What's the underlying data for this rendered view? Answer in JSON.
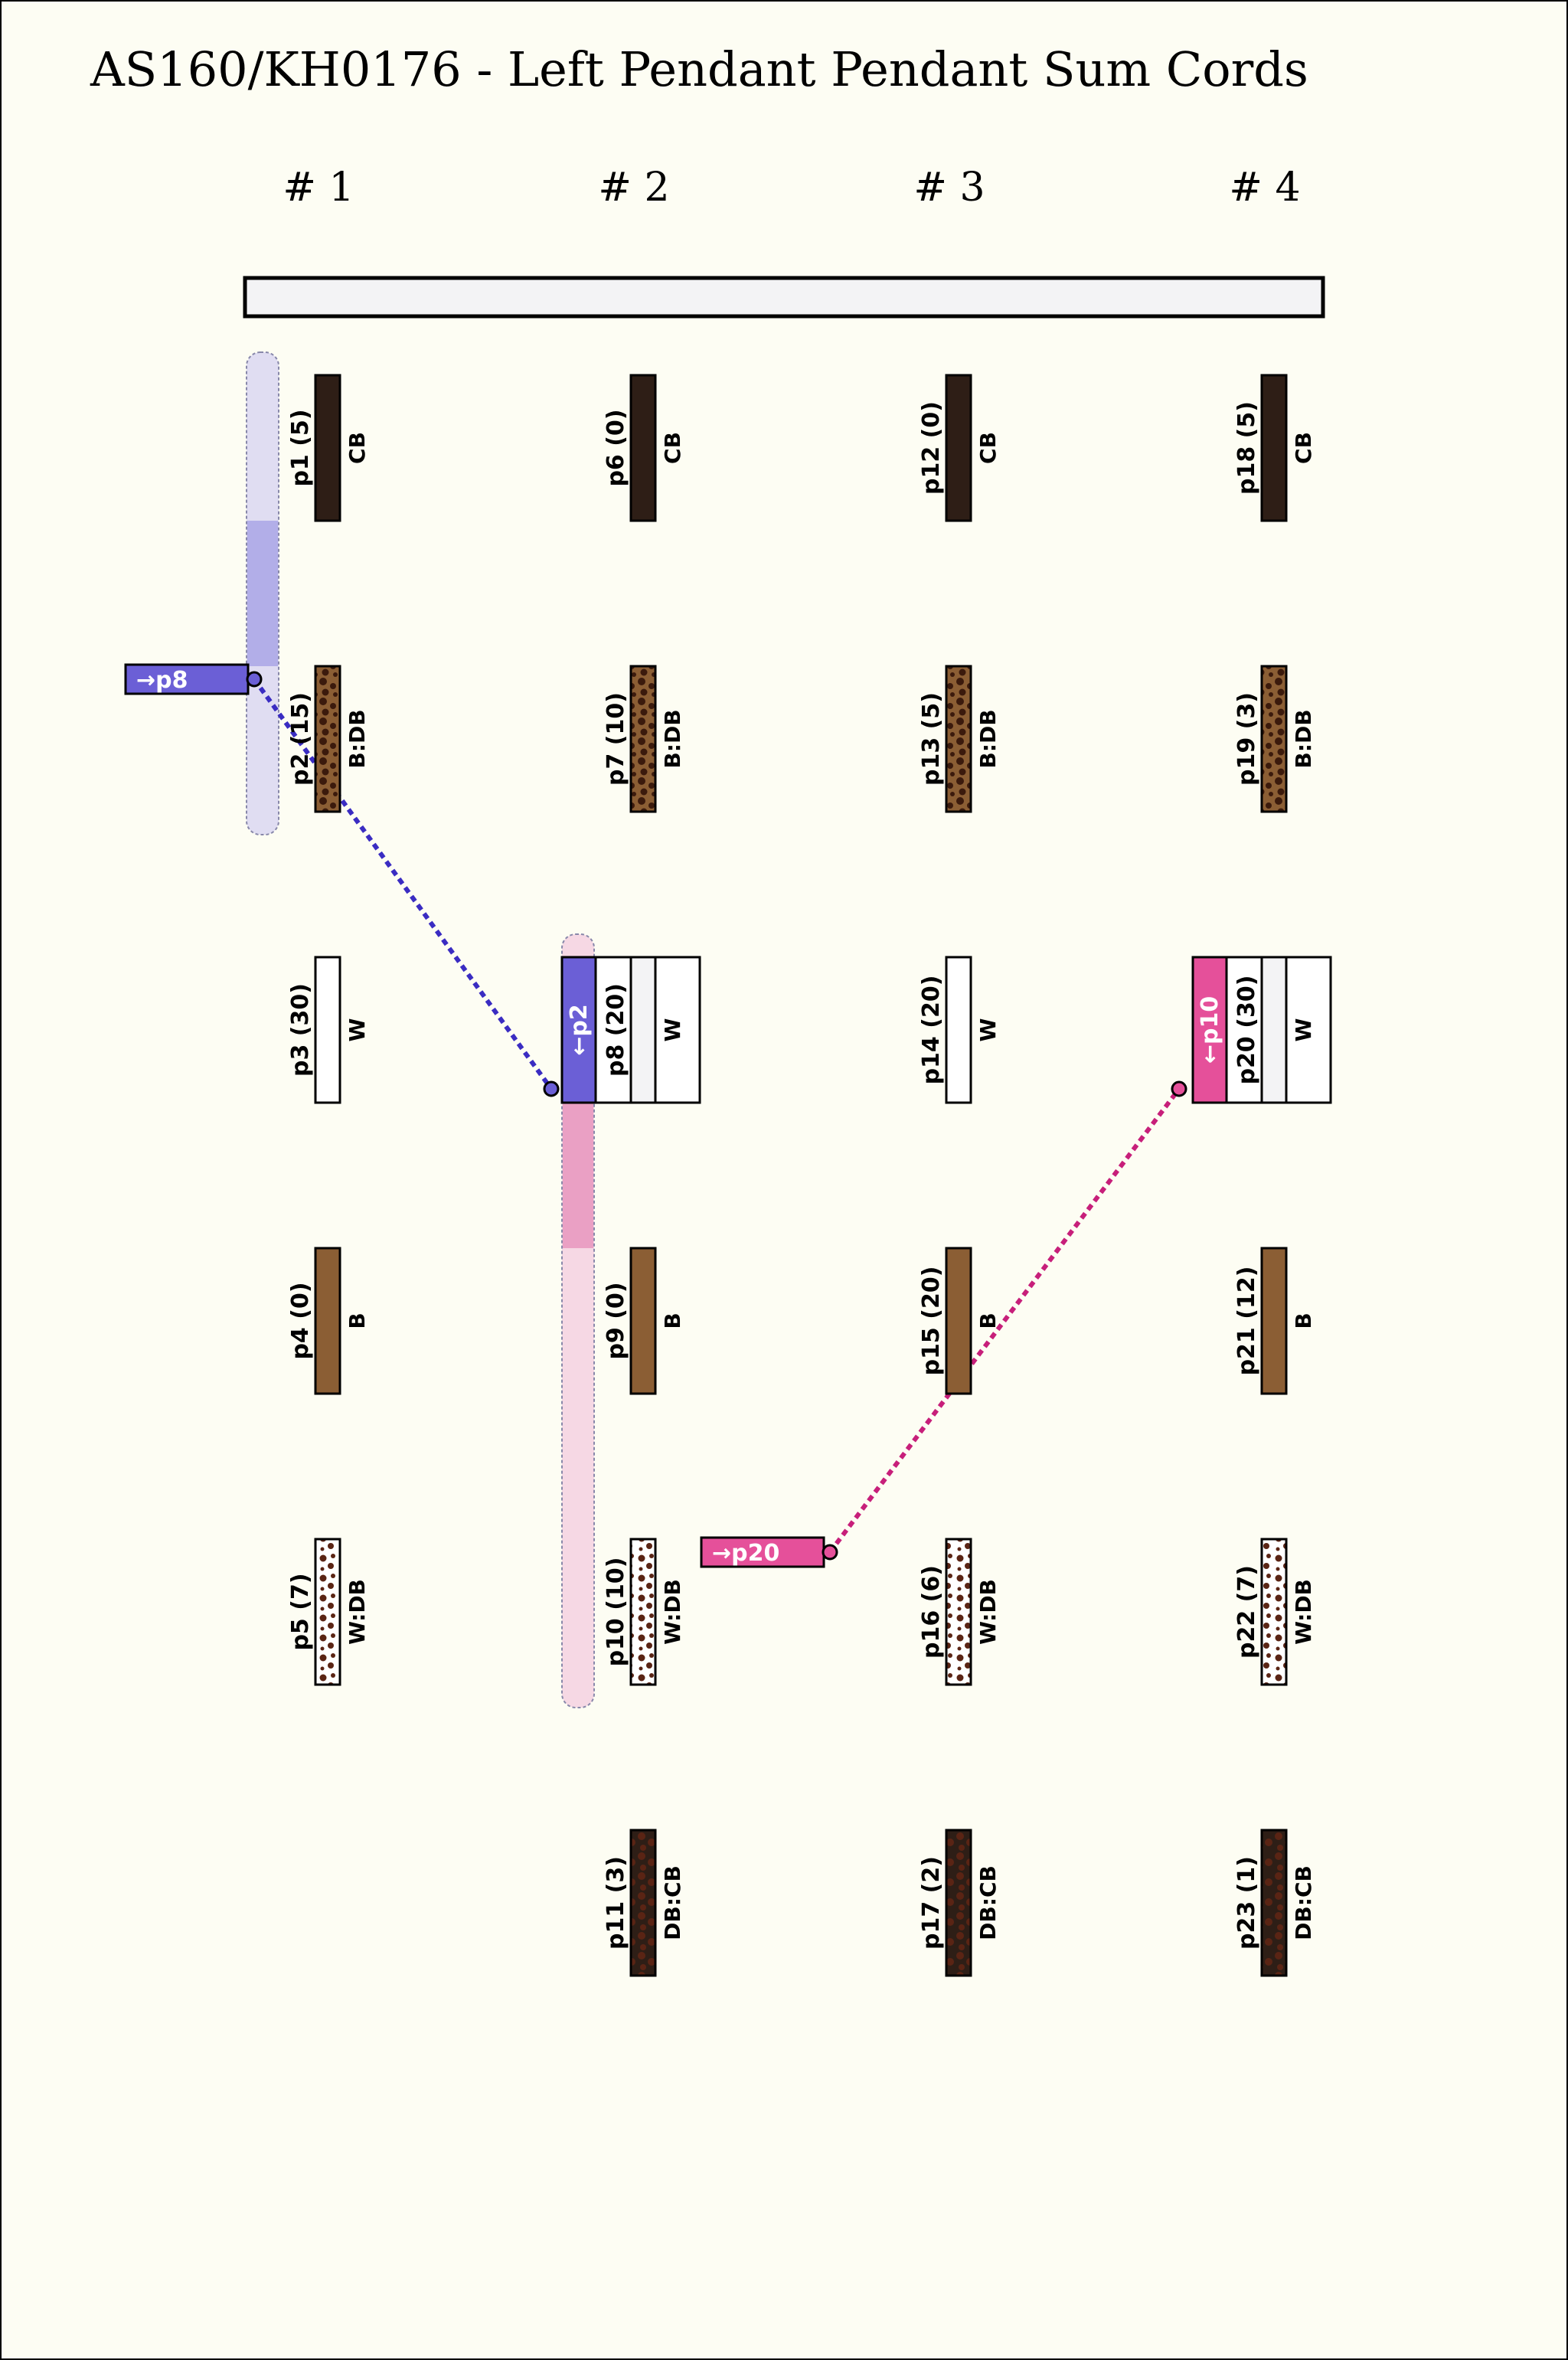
{
  "title": "AS160/KH0176 - Left Pendant Pendant Sum Cords",
  "colors": {
    "background": "#fdfdf3",
    "border": "#000000",
    "cb": "#2e1e16",
    "db": "#3b1a0c",
    "b": "#8b5e34",
    "w": "#ffffff",
    "blue": "#6b5fd6",
    "blue_light": "#e0ddf2",
    "blue_mid": "#b2aee8",
    "blue_line": "#3a2cc2",
    "pink": "#e5509a",
    "pink_light": "#f6d8e4",
    "pink_mid": "#eaa0c4",
    "pink_line": "#c71f7a"
  },
  "groups": [
    {
      "label": "# 1",
      "pendants": [
        {
          "id": "p1",
          "value": 5,
          "label": "p1 (5)",
          "color": "CB"
        },
        {
          "id": "p2",
          "value": 15,
          "label": "p2 (15)",
          "color": "B:DB"
        },
        {
          "id": "p3",
          "value": 30,
          "label": "p3 (30)",
          "color": "W"
        },
        {
          "id": "p4",
          "value": 0,
          "label": "p4 (0)",
          "color": "B"
        },
        {
          "id": "p5",
          "value": 7,
          "label": "p5 (7)",
          "color": "W:DB"
        }
      ]
    },
    {
      "label": "# 2",
      "pendants": [
        {
          "id": "p6",
          "value": 0,
          "label": "p6 (0)",
          "color": "CB"
        },
        {
          "id": "p7",
          "value": 10,
          "label": "p7 (10)",
          "color": "B:DB"
        },
        {
          "id": "p8",
          "value": 20,
          "label": "p8 (20)",
          "color": "W"
        },
        {
          "id": "p9",
          "value": 0,
          "label": "p9 (0)",
          "color": "B"
        },
        {
          "id": "p10",
          "value": 10,
          "label": "p10 (10)",
          "color": "W:DB"
        },
        {
          "id": "p11",
          "value": 3,
          "label": "p11 (3)",
          "color": "DB:CB"
        }
      ]
    },
    {
      "label": "# 3",
      "pendants": [
        {
          "id": "p12",
          "value": 0,
          "label": "p12 (0)",
          "color": "CB"
        },
        {
          "id": "p13",
          "value": 5,
          "label": "p13 (5)",
          "color": "B:DB"
        },
        {
          "id": "p14",
          "value": 20,
          "label": "p14 (20)",
          "color": "W"
        },
        {
          "id": "p15",
          "value": 20,
          "label": "p15 (20)",
          "color": "B"
        },
        {
          "id": "p16",
          "value": 6,
          "label": "p16 (6)",
          "color": "W:DB"
        },
        {
          "id": "p17",
          "value": 2,
          "label": "p17 (2)",
          "color": "DB:CB"
        }
      ]
    },
    {
      "label": "# 4",
      "pendants": [
        {
          "id": "p18",
          "value": 5,
          "label": "p18 (5)",
          "color": "CB"
        },
        {
          "id": "p19",
          "value": 3,
          "label": "p19 (3)",
          "color": "B:DB"
        },
        {
          "id": "p20",
          "value": 30,
          "label": "p20 (30)",
          "color": "W"
        },
        {
          "id": "p21",
          "value": 12,
          "label": "p21 (12)",
          "color": "B"
        },
        {
          "id": "p22",
          "value": 7,
          "label": "p22 (7)",
          "color": "W:DB"
        },
        {
          "id": "p23",
          "value": 1,
          "label": "p23 (1)",
          "color": "DB:CB"
        }
      ]
    }
  ],
  "sum_links": [
    {
      "source": "p2",
      "target": "p8",
      "source_tag": "→p8",
      "target_tag": "←p2",
      "theme": "blue"
    },
    {
      "source": "p10",
      "target": "p20",
      "source_tag": "→p20",
      "target_tag": "←p10",
      "theme": "pink"
    }
  ]
}
